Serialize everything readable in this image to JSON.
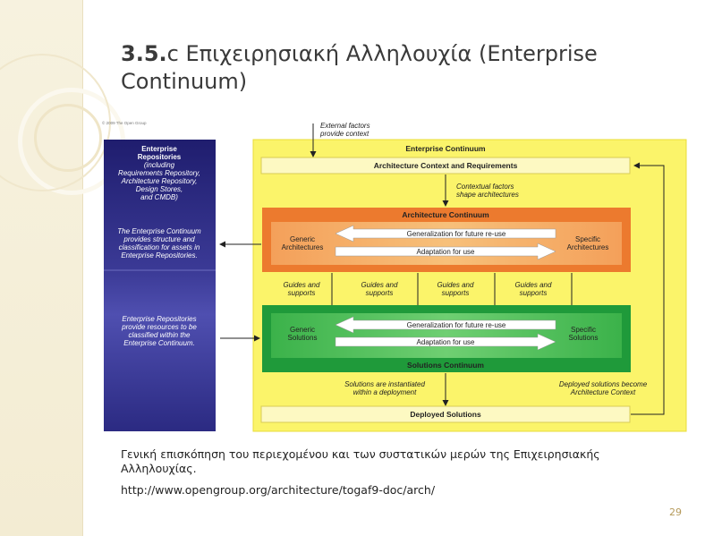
{
  "slide": {
    "title_number": "3.5.",
    "title_text": "c Επιχειρησιακή Αλληλουχία (Enterprise Continuum)",
    "caption": "Γενική επισκόπηση του περιεχομένου και των συστατικών μερών της Επιχειρησιακής Αλληλουχίας.",
    "url": "http://www.opengroup.org/architecture/togaf9-doc/arch/",
    "page_number": "29"
  },
  "diagram": {
    "copyright": "© 2009 The Open Group",
    "external_factors": [
      "External factors",
      "provide context"
    ],
    "enterprise_continuum": "Enterprise Continuum",
    "arch_context": "Architecture Context and Requirements",
    "contextual_factors": [
      "Contextual factors",
      "shape architectures"
    ],
    "architecture_continuum": "Architecture Continuum",
    "generic_architectures": [
      "Generic",
      "Architectures"
    ],
    "specific_architectures": [
      "Specific",
      "Architectures"
    ],
    "generalization": "Generalization for future re-use",
    "adaptation": "Adaptation for use",
    "guides": [
      "Guides and",
      "supports"
    ],
    "generic_solutions": [
      "Generic",
      "Solutions"
    ],
    "specific_solutions": [
      "Specific",
      "Solutions"
    ],
    "solutions_continuum": "Solutions Continuum",
    "instantiated": [
      "Solutions are instantiated",
      "within a deployment"
    ],
    "deployed_become": [
      "Deployed solutions become",
      "Architecture Context"
    ],
    "deployed_solutions": "Deployed Solutions",
    "repo_title": [
      "Enterprise",
      "Repositories"
    ],
    "repo_including": [
      "(including",
      "Requirements Repository,",
      "Architecture Repository,",
      "Design Stores,",
      "and CMDB)"
    ],
    "repo_structure": [
      "The Enterprise Continuum",
      "provides structure and",
      "classification for assets in",
      "Enterprise Repositories."
    ],
    "repo_resources": [
      "Enterprise Repositories",
      "provide resources to be",
      "classified within the",
      "Enterprise Continuum."
    ]
  }
}
